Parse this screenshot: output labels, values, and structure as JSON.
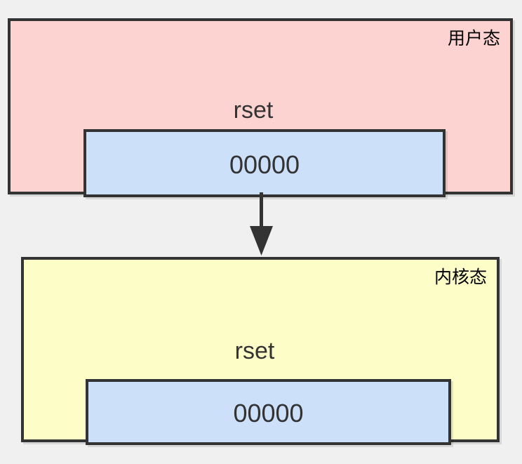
{
  "diagram": {
    "title": "rset user-mode to kernel-mode copy",
    "background_color": "#f0f0f0",
    "border_color": "#333333",
    "regions": [
      {
        "id": "user-mode",
        "mode_label": "用户态",
        "fill_color": "#fcd3d1",
        "variable_label": "rset",
        "buffer": {
          "value": "00000",
          "fill_color": "#cce0fa"
        }
      },
      {
        "id": "kernel-mode",
        "mode_label": "内核态",
        "fill_color": "#fdfdc8",
        "variable_label": "rset",
        "buffer": {
          "value": "00000",
          "fill_color": "#cce0fa"
        }
      }
    ],
    "arrow": {
      "name": "copy-down-arrow",
      "direction": "down",
      "color": "#333333",
      "label": ""
    }
  }
}
